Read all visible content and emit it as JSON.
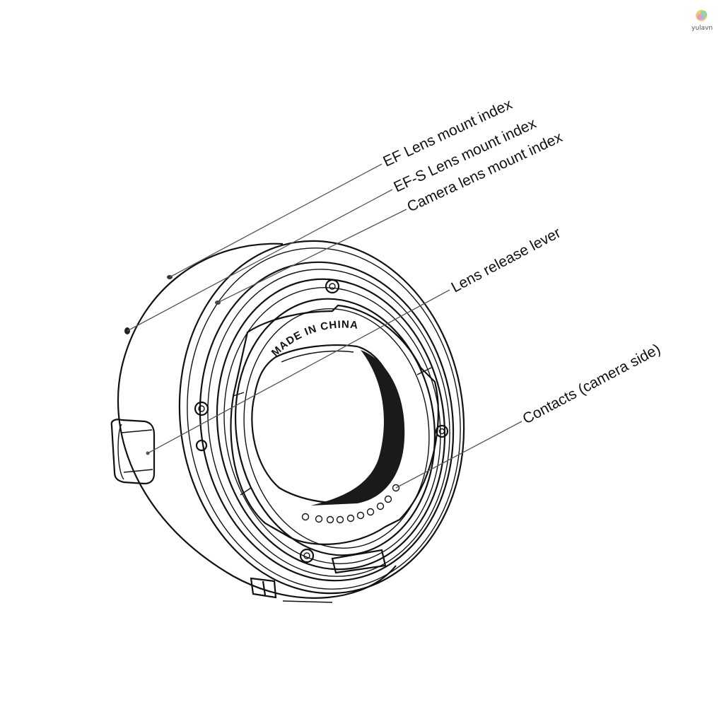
{
  "diagram": {
    "subject": "Lens mount adapter (camera side view)",
    "stamp_text": "MADE IN CHINA",
    "callouts": [
      {
        "id": "ef-index",
        "label": "EF Lens mount index"
      },
      {
        "id": "efs-index",
        "label": "EF-S Lens mount index"
      },
      {
        "id": "camera-index",
        "label": "Camera lens mount index"
      },
      {
        "id": "release-lever",
        "label": "Lens release lever"
      },
      {
        "id": "contacts",
        "label": "Contacts (camera side)"
      }
    ],
    "contacts_count": 10,
    "screws_count": 4
  },
  "watermark": {
    "text": "yulavn"
  },
  "colors": {
    "line": "#111111",
    "leader": "#555555",
    "background": "#ffffff"
  }
}
